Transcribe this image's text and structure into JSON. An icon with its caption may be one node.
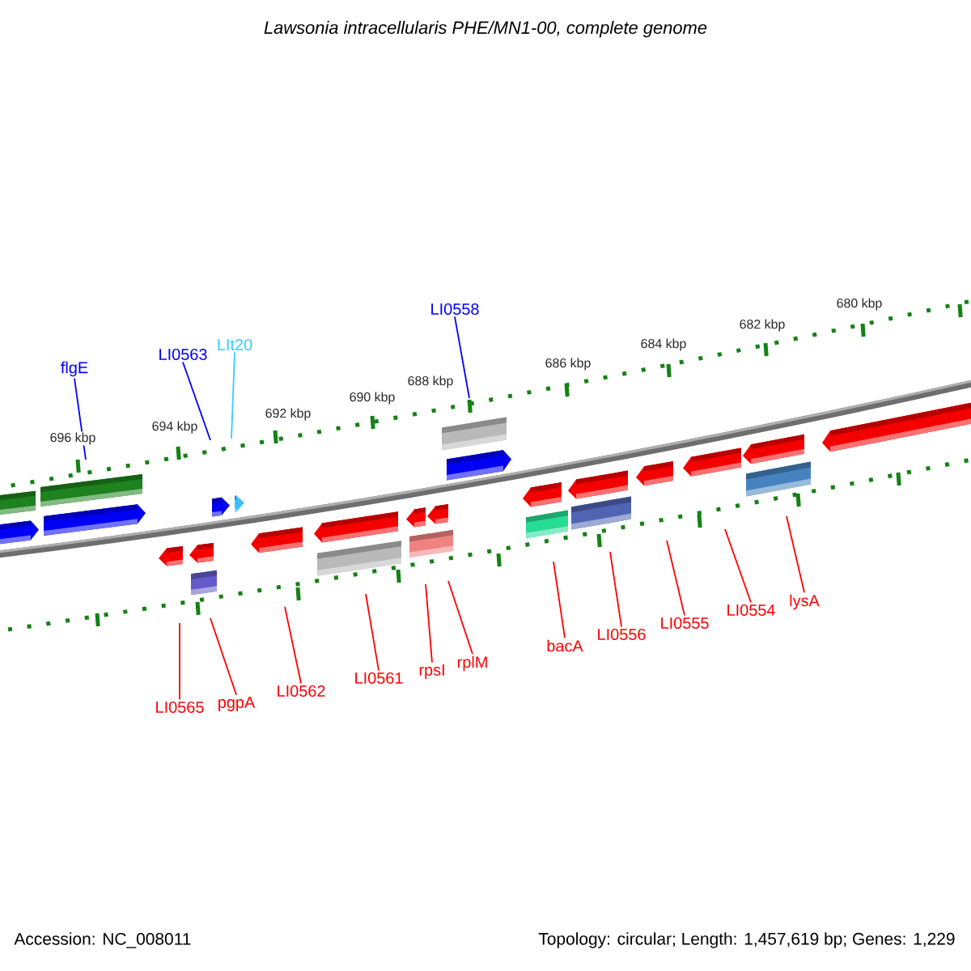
{
  "diagram": {
    "title": "Lawsonia intracellularis PHE/MN1-00, complete genome",
    "nodes": [
      {
        "text": [
          "flgE"
        ]
      },
      {
        "text": [
          "LI0563"
        ]
      },
      {
        "text": [
          "LIt20"
        ]
      },
      {
        "text": [
          "LI0558"
        ]
      },
      {
        "text": [
          "LI0565"
        ]
      },
      {
        "text": [
          "pgpA"
        ]
      },
      {
        "text": [
          "LI0562"
        ]
      },
      {
        "text": [
          "LI0561"
        ]
      },
      {
        "text": [
          "rpsI"
        ]
      },
      {
        "text": [
          "rplM"
        ]
      },
      {
        "text": [
          "bacA"
        ]
      },
      {
        "text": [
          "LI0556"
        ]
      },
      {
        "text": [
          "LI0555"
        ]
      },
      {
        "text": [
          "LI0554"
        ]
      },
      {
        "text": [
          "lysA"
        ]
      }
    ],
    "edges": [
      {
        "from": 0,
        "to": null,
        "arrow": "none",
        "color": "#0000ff"
      },
      {
        "from": 1,
        "to": null,
        "arrow": "none",
        "color": "#0000ff"
      },
      {
        "from": 2,
        "to": null,
        "arrow": "none",
        "color": "#33ccff"
      },
      {
        "from": 3,
        "to": null,
        "arrow": "none",
        "color": "#0000ff"
      },
      {
        "from": 4,
        "to": null,
        "arrow": "none"
      },
      {
        "from": 5,
        "to": null,
        "arrow": "none"
      },
      {
        "from": 6,
        "to": null,
        "arrow": "none"
      },
      {
        "from": 7,
        "to": null,
        "arrow": "none"
      },
      {
        "from": 8,
        "to": null,
        "arrow": "none"
      },
      {
        "from": 9,
        "to": null,
        "arrow": "none"
      },
      {
        "from": 10,
        "to": null,
        "arrow": "none"
      },
      {
        "from": 11,
        "to": null,
        "arrow": "none"
      },
      {
        "from": 12,
        "to": null,
        "arrow": "none"
      },
      {
        "from": 13,
        "to": null,
        "arrow": "none"
      },
      {
        "from": 14,
        "to": null,
        "arrow": "none"
      }
    ],
    "labels": [
      "680 kbp",
      "682 kbp",
      "684 kbp",
      "686 kbp",
      "688 kbp",
      "690 kbp",
      "692 kbp",
      "694 kbp",
      "696 kbp",
      "Accession: NC_008011",
      "Topology: circular; Length: 1,457,619 bp; Genes: 1,229"
    ]
  }
}
